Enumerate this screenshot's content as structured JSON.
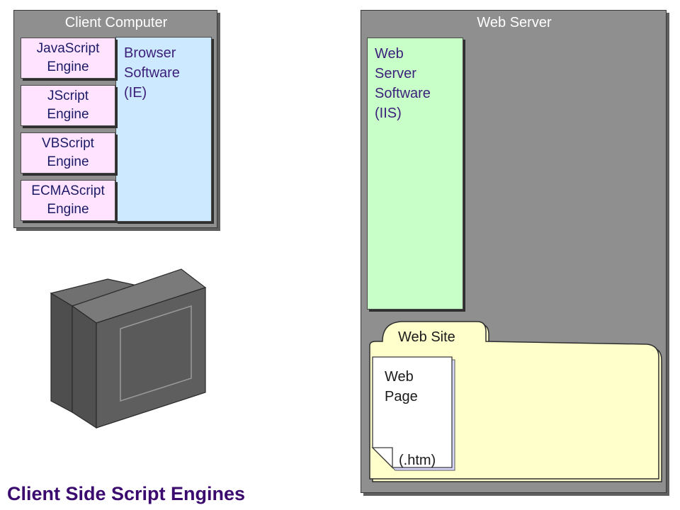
{
  "client": {
    "title": "Client Computer",
    "engines": [
      {
        "line1": "JavaScript",
        "line2": "Engine"
      },
      {
        "line1": "JScript",
        "line2": "Engine"
      },
      {
        "line1": "VBScript",
        "line2": "Engine"
      },
      {
        "line1": "ECMAScript",
        "line2": "Engine"
      }
    ],
    "browser": {
      "line1": "Browser",
      "line2": "Software",
      "line3": "(IE)"
    }
  },
  "server": {
    "title": "Web Server",
    "software": {
      "line1": "Web",
      "line2": "Server",
      "line3": "Software",
      "line4": "(IIS)"
    },
    "site": {
      "label": "Web Site",
      "page": {
        "line1": "Web",
        "line2": "Page",
        "ext": "(.htm)"
      }
    }
  },
  "caption": "Client Side Script Engines",
  "colors": {
    "panel": "#8f8f8f",
    "engine": "#ffe3ff",
    "browser": "#cde9ff",
    "server_software": "#c8ffc8",
    "folder": "#ffffcc",
    "caption": "#3b0a6e",
    "monitor": "#5a5a5a"
  }
}
